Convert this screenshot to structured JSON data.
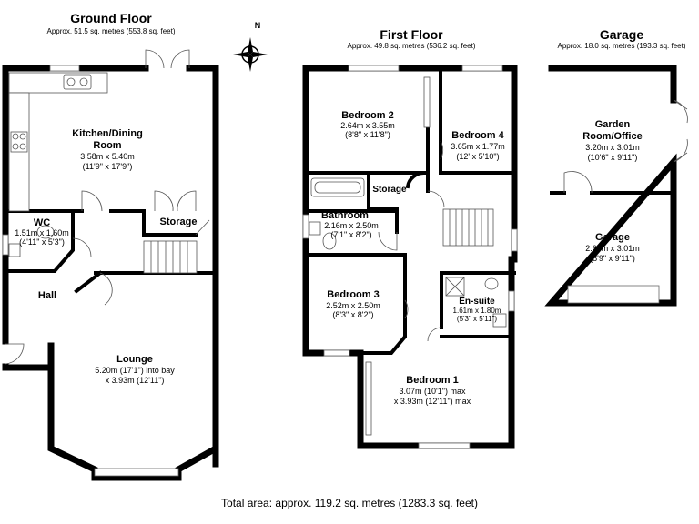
{
  "ground": {
    "title": "Ground Floor",
    "area": "Approx. 51.5 sq. metres (553.8 sq. feet)",
    "kitchen": {
      "name1": "Kitchen/Dining",
      "name2": "Room",
      "dim1": "3.58m x 5.40m",
      "dim2": "(11'9\" x 17'9\")"
    },
    "wc": {
      "name": "WC",
      "dim1": "1.51m x 1.60m",
      "dim2": "(4'11\" x 5'3\")"
    },
    "storage": {
      "name": "Storage"
    },
    "hall": {
      "name": "Hall"
    },
    "lounge": {
      "name": "Lounge",
      "dim1": "5.20m (17'1\") into bay",
      "dim2": "x 3.93m (12'11\")"
    }
  },
  "first": {
    "title": "First Floor",
    "area": "Approx. 49.8 sq. metres (536.2 sq. feet)",
    "bed2": {
      "name": "Bedroom 2",
      "dim1": "2.64m x 3.55m",
      "dim2": "(8'8\" x 11'8\")"
    },
    "bed4": {
      "name": "Bedroom 4",
      "dim1": "3.65m x 1.77m",
      "dim2": "(12' x 5'10\")"
    },
    "storage": {
      "name": "Storage"
    },
    "bathroom": {
      "name": "Bathroom",
      "dim1": "2.16m x 2.50m",
      "dim2": "(7'1\" x 8'2\")"
    },
    "bed3": {
      "name": "Bedroom 3",
      "dim1": "2.52m x 2.50m",
      "dim2": "(8'3\" x 8'2\")"
    },
    "ensuite": {
      "name": "En-suite",
      "dim1": "1.61m x 1.80m",
      "dim2": "(5'3\" x 5'11\")"
    },
    "bed1": {
      "name": "Bedroom 1",
      "dim1": "3.07m (10'1\") max",
      "dim2": "x 3.93m (12'11\") max"
    }
  },
  "garage": {
    "title": "Garage",
    "area": "Approx. 18.0 sq. metres (193.3 sq. feet)",
    "office": {
      "name1": "Garden",
      "name2": "Room/Office",
      "dim1": "3.20m x 3.01m",
      "dim2": "(10'6\" x 9'11\")"
    },
    "garage_room": {
      "name": "Garage",
      "dim1": "2.67m x 3.01m",
      "dim2": "(8'9\" x 9'11\")"
    }
  },
  "compass": {
    "label": "N"
  },
  "total_area": "Total area: approx. 119.2 sq. metres (1283.3 sq. feet)"
}
